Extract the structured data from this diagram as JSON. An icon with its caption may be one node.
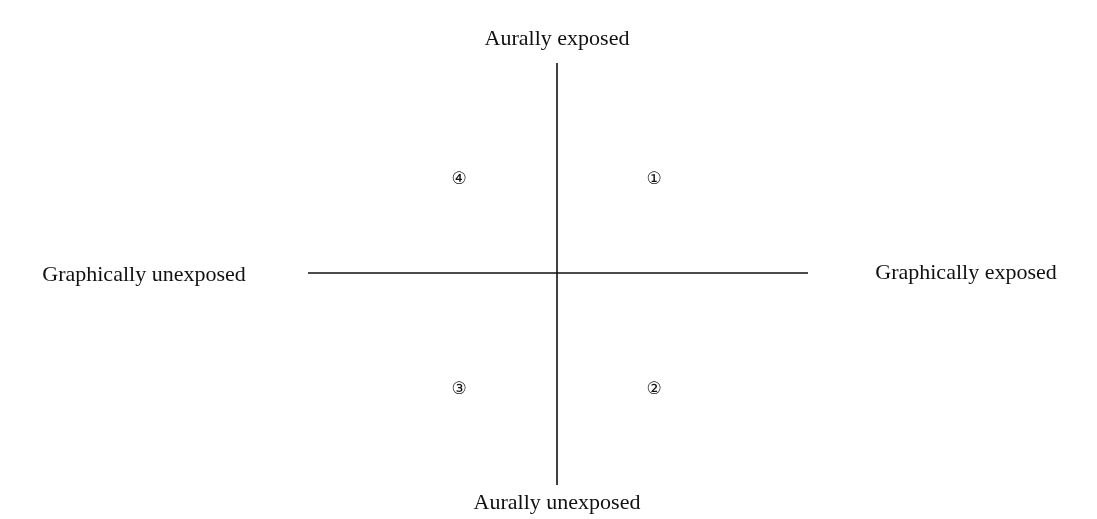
{
  "diagram": {
    "labels": [
      "Aurally exposed",
      "④",
      "①",
      "Graphically unexposed",
      "Graphically exposed",
      "③",
      "②",
      "Aurally unexposed"
    ]
  }
}
